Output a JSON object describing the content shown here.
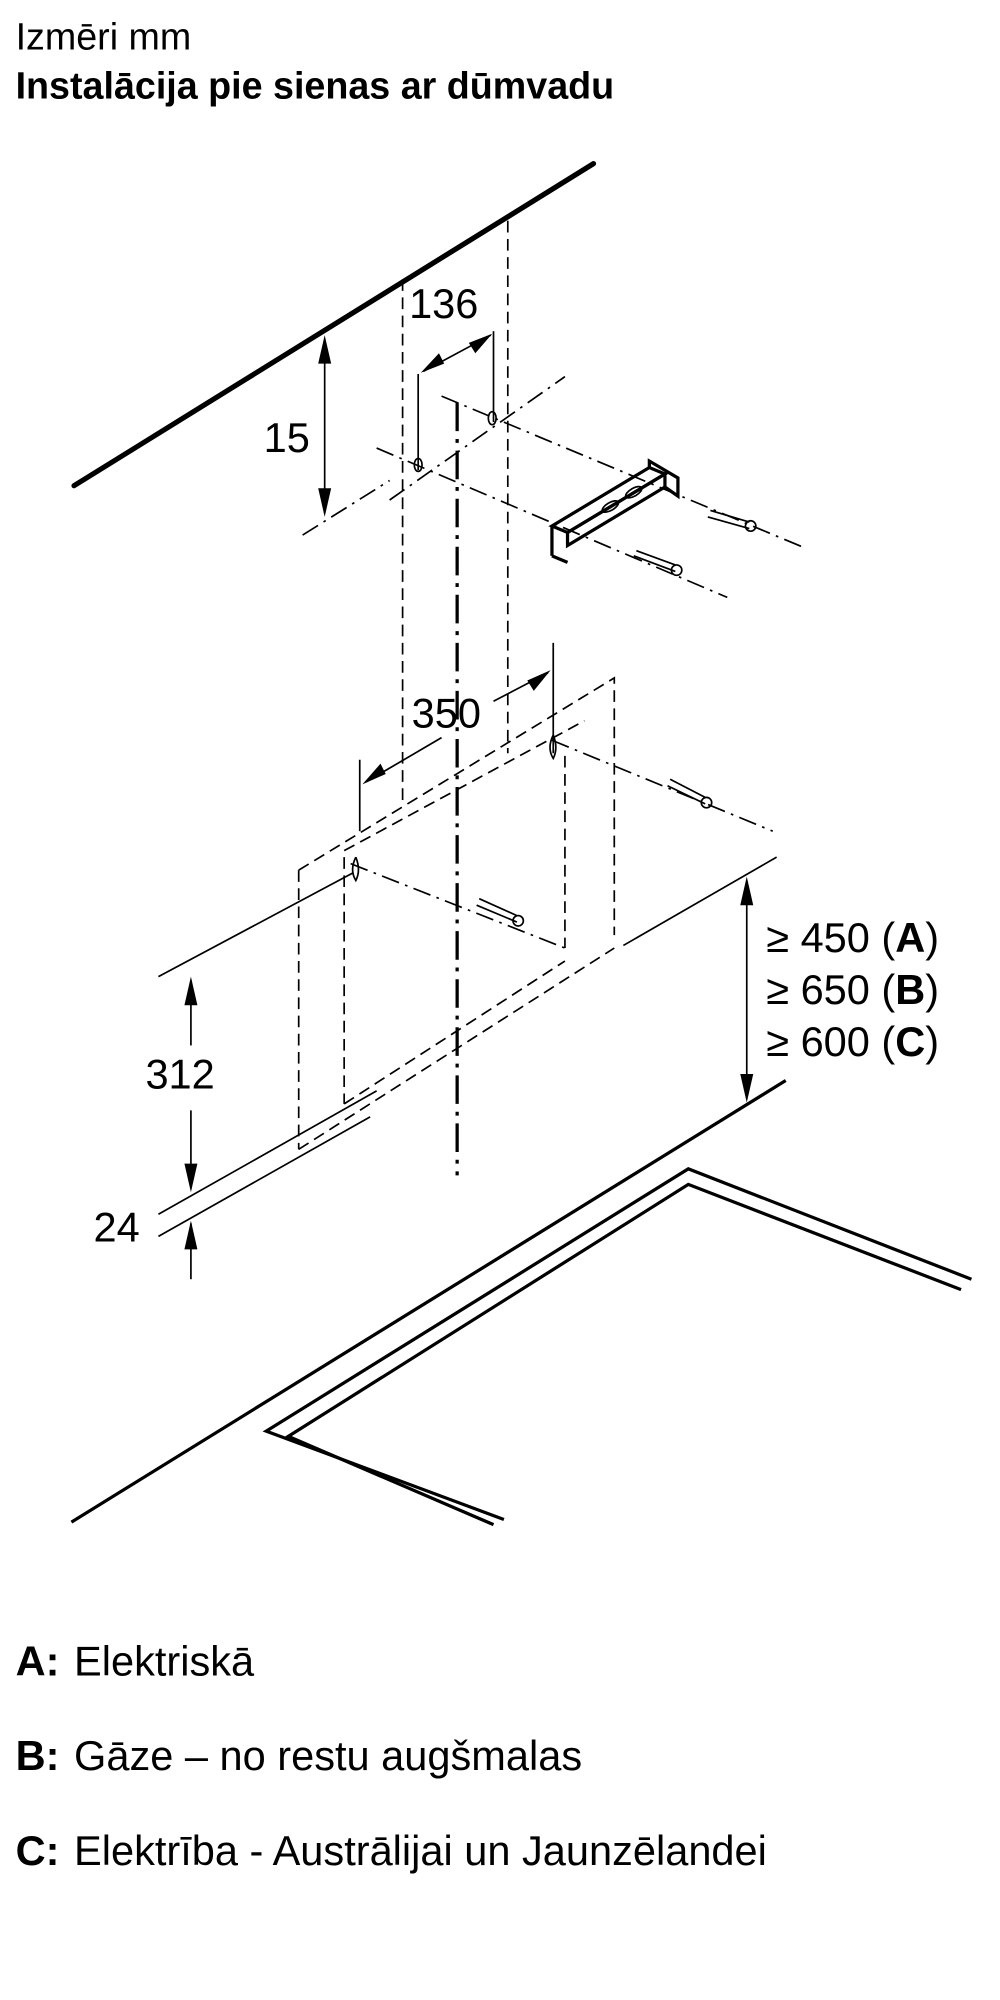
{
  "header": {
    "subtitle": "Izmēri mm",
    "title": "Instalācija pie sienas ar dūmvadu"
  },
  "dimensions": {
    "bracket_hole_spacing": "136",
    "bracket_height": "15",
    "hook_spacing": "350",
    "hood_height": "312",
    "hood_bottom": "24",
    "clearance": [
      {
        "prefix": "≥ 450 (",
        "key": "A",
        "suffix": ")"
      },
      {
        "prefix": "≥ 650 (",
        "key": "B",
        "suffix": ")"
      },
      {
        "prefix": "≥ 600 (",
        "key": "C",
        "suffix": ")"
      }
    ]
  },
  "legend": [
    {
      "key": "A:",
      "text": "Elektriskā"
    },
    {
      "key": "B:",
      "text": "Gāze – no restu augšmalas"
    },
    {
      "key": "C:",
      "text": "Elektrība - Austrālijai un Jaunzēlandei"
    }
  ]
}
